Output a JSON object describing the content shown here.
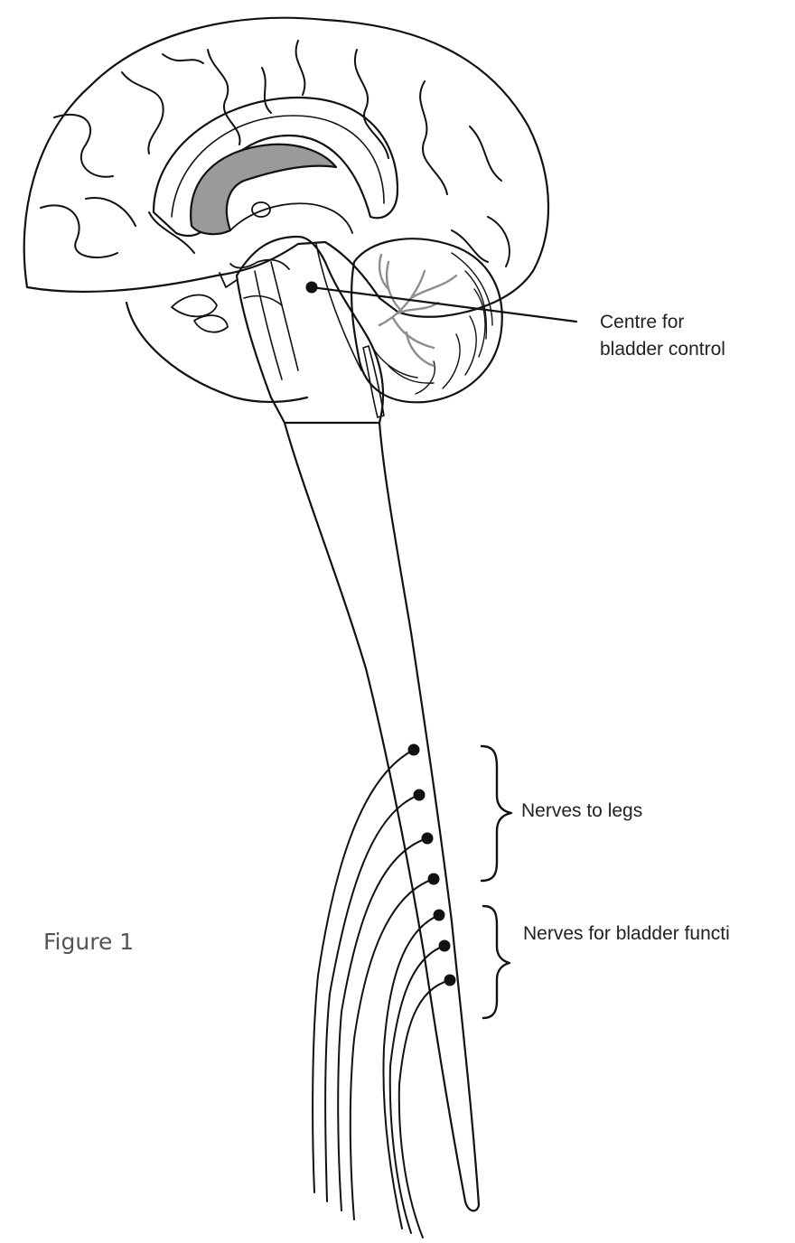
{
  "labels": {
    "centre_line1": "Centre for",
    "centre_line2": "bladder control",
    "legs": "Nerves to legs",
    "bladder_nerves": "Nerves for bladder functi"
  },
  "caption": "Figure 1",
  "colors": {
    "line": "#111111",
    "ventricle_fill": "#9a9a9a",
    "cerebellum_tree": "#8d8d8d"
  }
}
